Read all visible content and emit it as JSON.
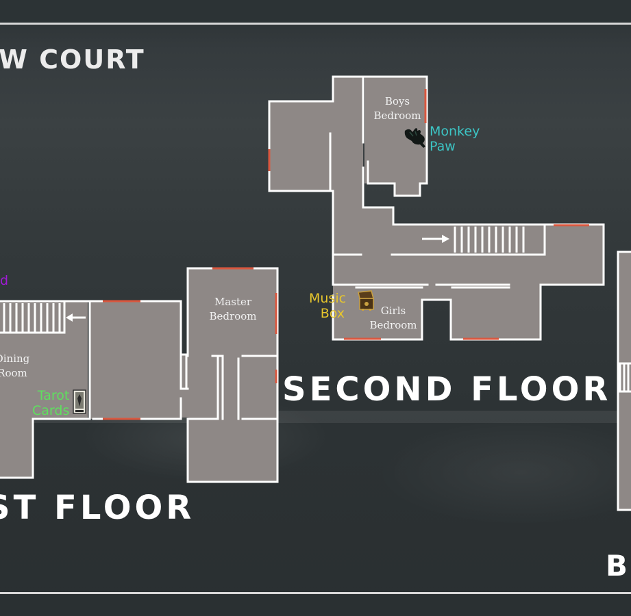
{
  "titles": {
    "map_title_partial": "W COURT",
    "second_floor": "SECOND FLOOR",
    "first_floor_partial": "ST FLOOR",
    "third_section_partial": "B"
  },
  "rooms": {
    "boys_bedroom": {
      "line1": "Boys",
      "line2": "Bedroom"
    },
    "girls_bedroom": {
      "line1": "Girls",
      "line2": "Bedroom"
    },
    "master_bedroom": {
      "line1": "Master",
      "line2": "Bedroom"
    },
    "dining_room": {
      "line1": "Dining",
      "line2": "Room"
    }
  },
  "items": {
    "monkey_paw": {
      "line1": "Monkey",
      "line2": "Paw",
      "color": "#3cc6c6",
      "icon": "monkey-paw-icon"
    },
    "music_box": {
      "line1": "Music",
      "line2": "Box",
      "color": "#e7c62c",
      "icon": "music-box-icon"
    },
    "tarot_cards": {
      "line1": "Tarot",
      "line2": "Cards",
      "color": "#5ee05e",
      "icon": "tarot-card-icon"
    },
    "partial_purple": {
      "text": "d",
      "color": "#a11bd6"
    }
  },
  "colors": {
    "background": "#2f3537",
    "floor": "#8e8886",
    "walls": "#ffffff",
    "doors": "#d9573f"
  }
}
